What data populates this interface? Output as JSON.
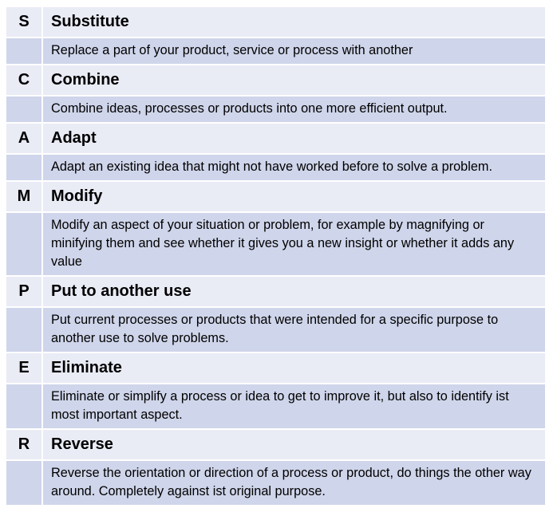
{
  "rows": [
    {
      "letter": "S",
      "title": "Substitute",
      "description": "Replace a part of your product, service or process with another"
    },
    {
      "letter": "C",
      "title": "Combine",
      "description": "Combine ideas, processes or products into one more efficient output."
    },
    {
      "letter": "A",
      "title": "Adapt",
      "description": "Adapt an existing idea that might not have worked before to solve a problem."
    },
    {
      "letter": "M",
      "title": "Modify",
      "description": "Modify an aspect of your situation or problem, for example by magnifying or minifying them and see whether it gives you a new insight or whether it adds any value"
    },
    {
      "letter": "P",
      "title": "Put to another use",
      "description": "Put current processes or products that were intended for a specific purpose to another use to solve problems."
    },
    {
      "letter": "E",
      "title": "Eliminate",
      "description": "Eliminate or simplify a process or idea to get to improve it, but also to identify ist most important aspect."
    },
    {
      "letter": "R",
      "title": "Reverse",
      "description": "Reverse the orientation or direction of a process or product, do things the other way around. Completely against ist original purpose."
    }
  ],
  "colors": {
    "title_row_bg": "#e9ebf5",
    "description_row_bg": "#cfd5ea",
    "border": "#ffffff"
  }
}
